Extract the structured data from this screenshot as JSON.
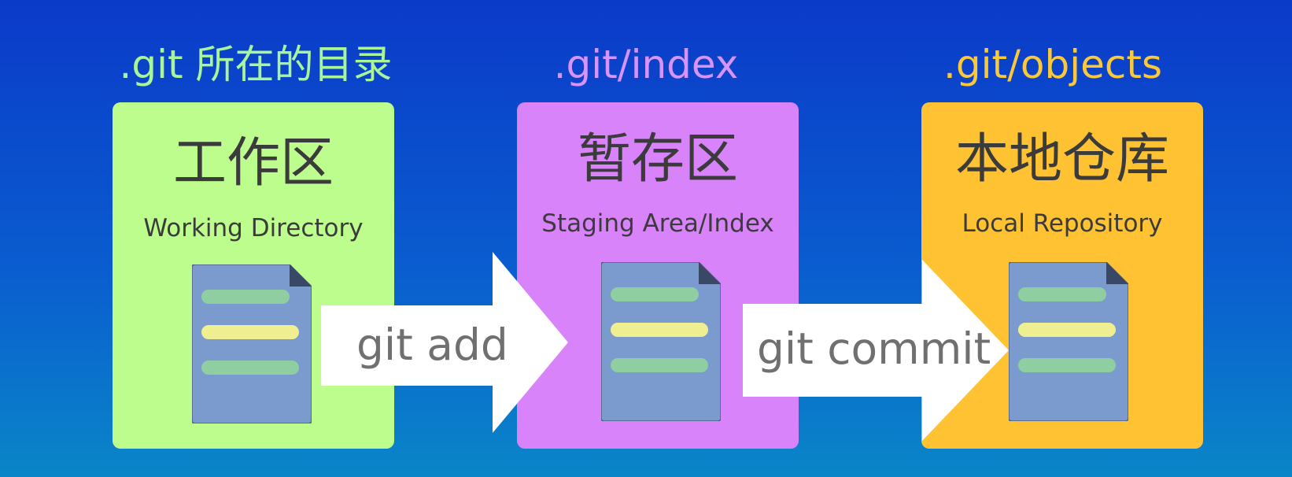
{
  "colors": {
    "working": "#bcfd8d",
    "staging": "#d983fb",
    "repository": "#fec233",
    "working_label": "#a8f59a",
    "staging_label": "#d993ff",
    "repository_label": "#fbc83a",
    "doc_body": "#7b9bcf",
    "doc_line_green": "#8fcea0",
    "doc_line_yellow": "#efef92",
    "arrow": "#ffffff"
  },
  "stages": [
    {
      "path": ".git 所在的目录",
      "title": "工作区",
      "subtitle": "Working Directory",
      "icon": "document-icon"
    },
    {
      "path": ".git/index",
      "title": "暂存区",
      "subtitle": "Staging Area/Index",
      "icon": "document-icon"
    },
    {
      "path": ".git/objects",
      "title": "本地仓库",
      "subtitle": "Local Repository",
      "icon": "document-icon"
    }
  ],
  "arrows": [
    {
      "label": "git add"
    },
    {
      "label": "git commit"
    }
  ]
}
